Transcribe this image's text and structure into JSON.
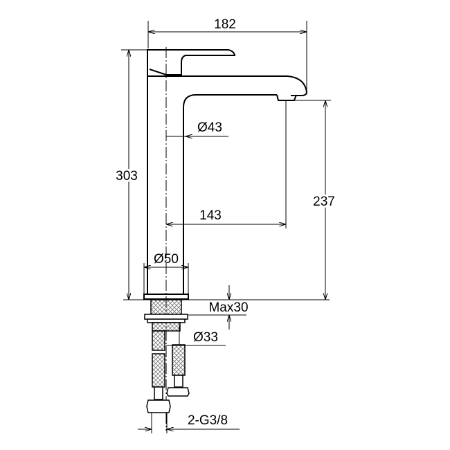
{
  "drawing": {
    "title": "Tall basin mixer dimension drawing",
    "dimensions": {
      "overall_reach": "182",
      "body_diameter": "Ø43",
      "overall_height": "303",
      "spout_height": "237",
      "spout_reach": "143",
      "base_diameter": "Ø50",
      "max_deck_thickness": "Max30",
      "hole_diameter": "Ø33",
      "connections": "2-G3/8"
    }
  }
}
